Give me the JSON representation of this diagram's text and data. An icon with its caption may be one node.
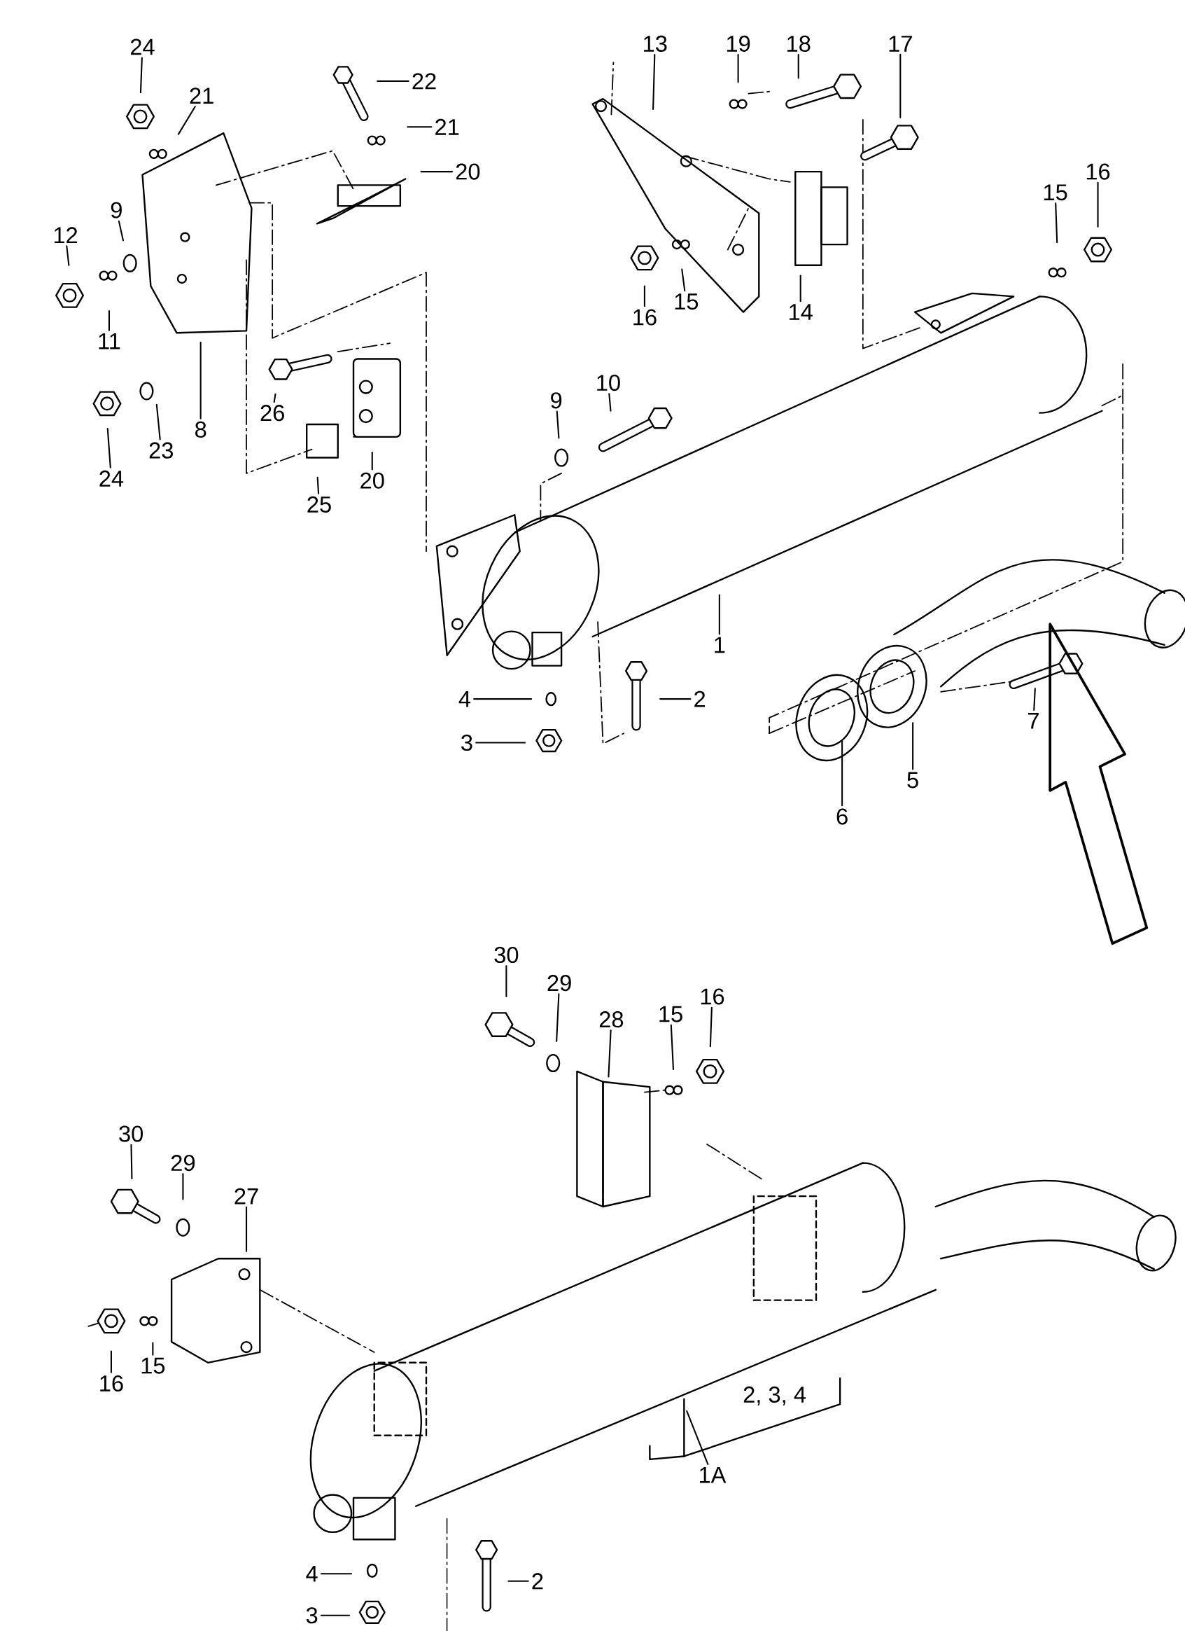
{
  "diagram": {
    "nodes": [
      {
        "text": [
          "24"
        ]
      },
      {
        "text": [
          "21"
        ]
      },
      {
        "text": [
          "22"
        ]
      },
      {
        "text": [
          "21"
        ]
      },
      {
        "text": [
          "20"
        ]
      },
      {
        "text": [
          "12"
        ]
      },
      {
        "text": [
          "9"
        ]
      },
      {
        "text": [
          "11"
        ]
      },
      {
        "text": [
          "8"
        ]
      },
      {
        "text": [
          "24"
        ]
      },
      {
        "text": [
          "23"
        ]
      },
      {
        "text": [
          "26"
        ]
      },
      {
        "text": [
          "25"
        ]
      },
      {
        "text": [
          "20"
        ]
      },
      {
        "text": [
          "13"
        ]
      },
      {
        "text": [
          "19"
        ]
      },
      {
        "text": [
          "18"
        ]
      },
      {
        "text": [
          "17"
        ]
      },
      {
        "text": [
          "16"
        ]
      },
      {
        "text": [
          "15"
        ]
      },
      {
        "text": [
          "14"
        ]
      },
      {
        "text": [
          "15"
        ]
      },
      {
        "text": [
          "16"
        ]
      },
      {
        "text": [
          "9"
        ]
      },
      {
        "text": [
          "10"
        ]
      },
      {
        "text": [
          "1"
        ]
      },
      {
        "text": [
          "4"
        ]
      },
      {
        "text": [
          "3"
        ]
      },
      {
        "text": [
          "2"
        ]
      },
      {
        "text": [
          "7"
        ]
      },
      {
        "text": [
          "6"
        ]
      },
      {
        "text": [
          "5"
        ]
      },
      {
        "text": [
          "30"
        ]
      },
      {
        "text": [
          "29"
        ]
      },
      {
        "text": [
          "28"
        ]
      },
      {
        "text": [
          "15"
        ]
      },
      {
        "text": [
          "16"
        ]
      },
      {
        "text": [
          "30"
        ]
      },
      {
        "text": [
          "29"
        ]
      },
      {
        "text": [
          "27"
        ]
      },
      {
        "text": [
          "16"
        ]
      },
      {
        "text": [
          "15"
        ]
      },
      {
        "text": [
          "1A"
        ]
      },
      {
        "text": [
          "4"
        ]
      },
      {
        "text": [
          "3"
        ]
      },
      {
        "text": [
          "2"
        ]
      }
    ],
    "edges": [
      {
        "from": 0,
        "to": null,
        "arrow": "none"
      },
      {
        "from": 1,
        "to": null,
        "arrow": "none"
      },
      {
        "from": 2,
        "to": null,
        "arrow": "none"
      },
      {
        "from": 3,
        "to": null,
        "arrow": "none"
      },
      {
        "from": 4,
        "to": null,
        "arrow": "none"
      },
      {
        "from": 5,
        "to": null,
        "arrow": "none"
      },
      {
        "from": 6,
        "to": null,
        "arrow": "none"
      },
      {
        "from": 7,
        "to": null,
        "arrow": "none"
      },
      {
        "from": 8,
        "to": null,
        "arrow": "none"
      },
      {
        "from": 9,
        "to": null,
        "arrow": "none"
      },
      {
        "from": 10,
        "to": null,
        "arrow": "none"
      },
      {
        "from": 11,
        "to": null,
        "arrow": "none"
      },
      {
        "from": 12,
        "to": null,
        "arrow": "none"
      },
      {
        "from": 13,
        "to": null,
        "arrow": "none"
      },
      {
        "from": 14,
        "to": null,
        "arrow": "none"
      },
      {
        "from": 15,
        "to": null,
        "arrow": "none"
      },
      {
        "from": 16,
        "to": null,
        "arrow": "none"
      },
      {
        "from": 17,
        "to": null,
        "arrow": "none"
      },
      {
        "from": 18,
        "to": null,
        "arrow": "none"
      },
      {
        "from": 19,
        "to": null,
        "arrow": "none"
      },
      {
        "from": 20,
        "to": null,
        "arrow": "none"
      },
      {
        "from": 21,
        "to": null,
        "arrow": "none"
      },
      {
        "from": 22,
        "to": null,
        "arrow": "none"
      },
      {
        "from": 23,
        "to": null,
        "arrow": "none"
      },
      {
        "from": 24,
        "to": null,
        "arrow": "none"
      },
      {
        "from": 25,
        "to": null,
        "arrow": "none"
      },
      {
        "from": 26,
        "to": null,
        "arrow": "none"
      },
      {
        "from": 27,
        "to": null,
        "arrow": "none"
      },
      {
        "from": 28,
        "to": null,
        "arrow": "none"
      },
      {
        "from": 29,
        "to": null,
        "arrow": "none"
      },
      {
        "from": 30,
        "to": null,
        "arrow": "none"
      },
      {
        "from": 31,
        "to": null,
        "arrow": "none"
      },
      {
        "from": 32,
        "to": null,
        "arrow": "none"
      },
      {
        "from": 33,
        "to": null,
        "arrow": "none"
      },
      {
        "from": 34,
        "to": null,
        "arrow": "none"
      },
      {
        "from": 35,
        "to": null,
        "arrow": "none"
      },
      {
        "from": 36,
        "to": null,
        "arrow": "none"
      },
      {
        "from": 37,
        "to": null,
        "arrow": "none"
      },
      {
        "from": 38,
        "to": null,
        "arrow": "none"
      },
      {
        "from": 39,
        "to": null,
        "arrow": "none"
      },
      {
        "from": 40,
        "to": null,
        "arrow": "none"
      },
      {
        "from": 41,
        "to": null,
        "arrow": "none"
      },
      {
        "from": 42,
        "to": null,
        "arrow": "none"
      },
      {
        "from": 43,
        "to": null,
        "arrow": "none"
      },
      {
        "from": 44,
        "to": null,
        "arrow": "none"
      },
      {
        "from": 45,
        "to": null,
        "arrow": "none"
      }
    ],
    "labels": [
      "2, 3, 4"
    ]
  }
}
